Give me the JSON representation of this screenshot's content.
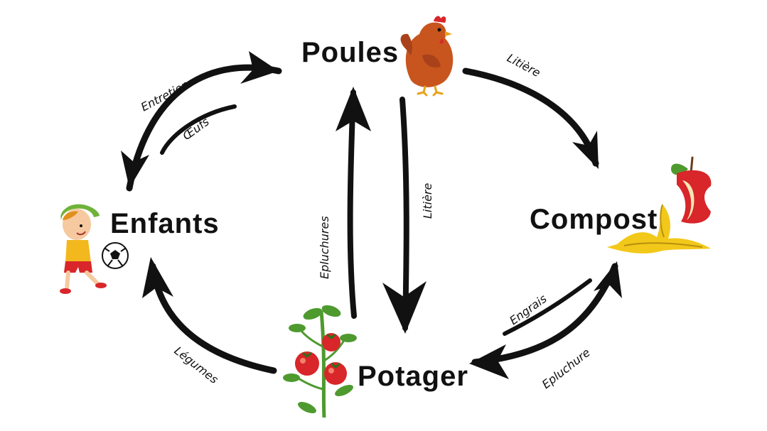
{
  "nodes": {
    "poules": "Poules",
    "enfants": "Enfants",
    "compost": "Compost",
    "potager": "Potager"
  },
  "edges": {
    "poules_enfants_top": "Entretien",
    "poules_enfants_bottom": "Œufs",
    "poules_compost": "Litière",
    "potager_poules": "Epluchures",
    "poules_potager": "Litière",
    "potager_enfants": "Légumes",
    "compost_potager": "Engrais",
    "potager_compost": "Epluchure"
  },
  "icons": {
    "poules": "chicken-icon",
    "enfants": "child-with-ball-icon",
    "compost": "apple-core-and-banana-peel-icon",
    "potager": "tomato-plant-icon"
  },
  "colors": {
    "ink": "#111111",
    "chicken": "#c8551e",
    "tomato": "#d8262a",
    "leaf": "#4e9a2f",
    "banana": "#f2c81a"
  }
}
